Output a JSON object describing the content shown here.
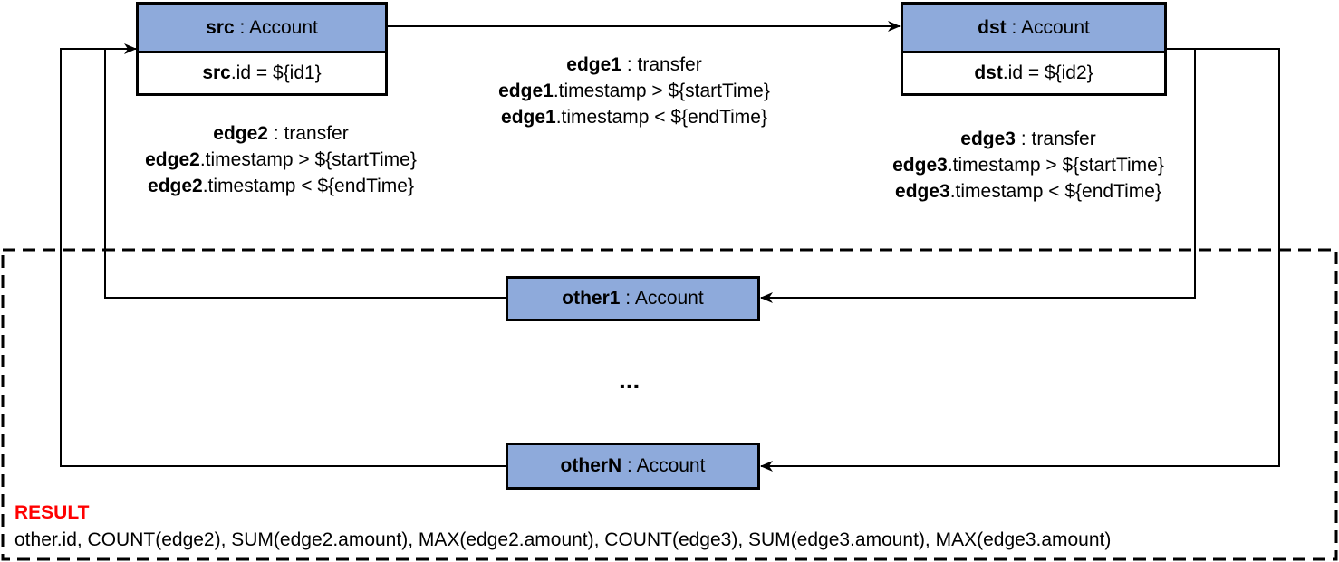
{
  "nodes": {
    "src": {
      "name": "src",
      "type": " : Account",
      "prop_prefix": "src",
      "prop_rest": ".id = ${id1}"
    },
    "dst": {
      "name": "dst",
      "type": " : Account",
      "prop_prefix": "dst",
      "prop_rest": ".id = ${id2}"
    },
    "other1": {
      "name": "other1",
      "type": " : Account"
    },
    "otherN": {
      "name": "otherN",
      "type": " : Account"
    }
  },
  "edges": {
    "edge1": {
      "name": "edge1",
      "type": " : transfer",
      "cond1_var": "edge1",
      "cond1_rest": ".timestamp > ${startTime}",
      "cond2_var": "edge1",
      "cond2_rest": ".timestamp < ${endTime}"
    },
    "edge2": {
      "name": "edge2",
      "type": " : transfer",
      "cond1_var": "edge2",
      "cond1_rest": ".timestamp > ${startTime}",
      "cond2_var": "edge2",
      "cond2_rest": ".timestamp < ${endTime}"
    },
    "edge3": {
      "name": "edge3",
      "type": " : transfer",
      "cond1_var": "edge3",
      "cond1_rest": ".timestamp > ${startTime}",
      "cond2_var": "edge3",
      "cond2_rest": ".timestamp < ${endTime}"
    }
  },
  "ellipsis": "...",
  "result": {
    "title": "RESULT",
    "title_color": "#ff0000",
    "columns": "other.id, COUNT(edge2), SUM(edge2.amount), MAX(edge2.amount), COUNT(edge3), SUM(edge3.amount), MAX(edge3.amount)"
  },
  "colors": {
    "node_fill": "#8eaadb",
    "stroke": "#000000"
  }
}
